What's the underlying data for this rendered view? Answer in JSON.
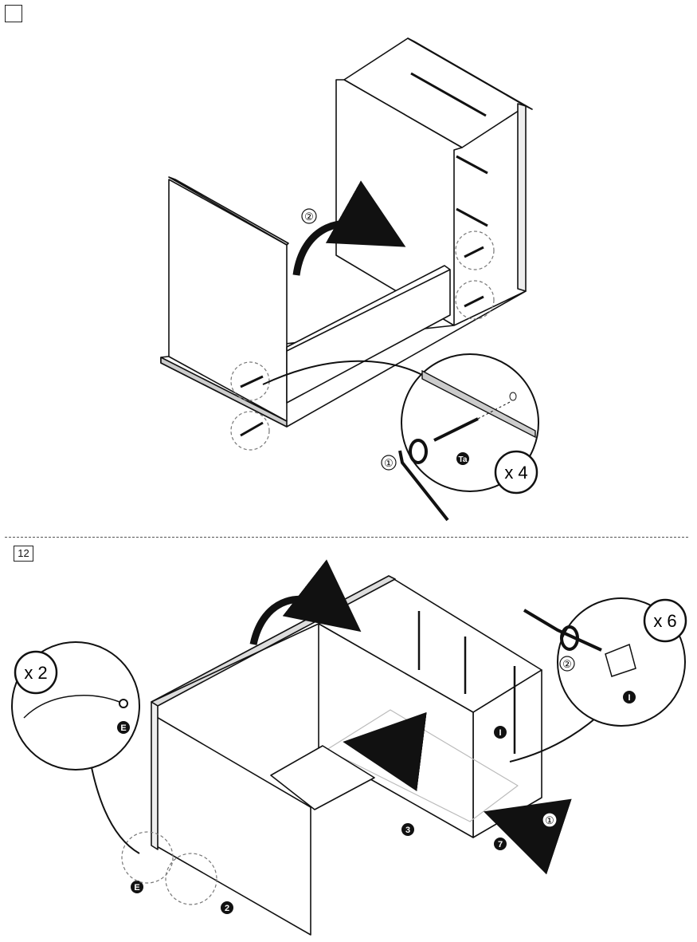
{
  "steps": {
    "top_number": "",
    "bottom_number": "12"
  },
  "callouts": {
    "top_multiplier": "x 4",
    "bottom_right_multiplier": "x 6",
    "bottom_left_multiplier": "x 2"
  },
  "sequence": {
    "one": "①",
    "two": "②"
  },
  "parts": {
    "screw": "Ta",
    "cam": "E",
    "dowel_clip": "I",
    "panel_2": "2",
    "panel_3": "3",
    "panel_7": "7"
  },
  "colors": {
    "line": "#111111",
    "dashed": "#777777",
    "ghost": "#bbbbbb"
  }
}
